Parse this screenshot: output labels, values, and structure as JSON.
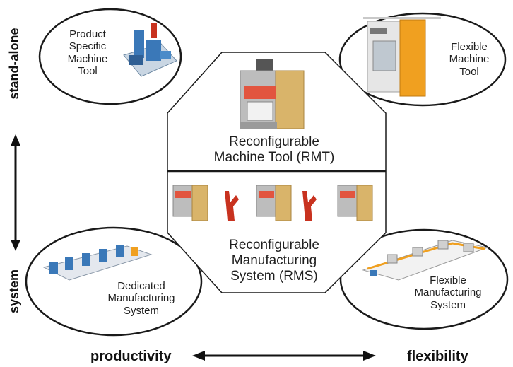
{
  "axes": {
    "top_left": "stand-alone",
    "bottom_left": "system",
    "bottom_left_x": "productivity",
    "bottom_right_x": "flexibility"
  },
  "nodes": {
    "product_specific": {
      "label": "Product\nSpecific\nMachine\nTool"
    },
    "flexible_tool": {
      "label": "Flexible\nMachine\nTool"
    },
    "dedicated_system": {
      "label": "Dedicated\nManufacturing\nSystem"
    },
    "flexible_system": {
      "label": "Flexible\nManufacturing\nSystem"
    },
    "rmt": {
      "label": "Reconfigurable\nMachine Tool (RMT)"
    },
    "rms": {
      "label": "Reconfigurable\nManufacturing\nSystem (RMS)"
    }
  },
  "colors": {
    "outline": "#1a1a1a",
    "machine_tan": "#d9b46a",
    "machine_grey": "#b8b8b8",
    "machine_red": "#e2553f",
    "robot_red": "#c8321f",
    "blue_machine": "#3a78b8",
    "orange_machine": "#f0a020"
  }
}
